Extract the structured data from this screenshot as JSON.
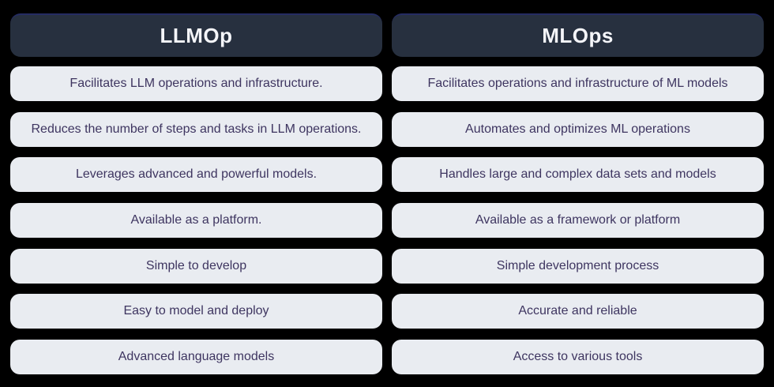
{
  "colors": {
    "background": "#000000",
    "header_bg": "#27303F",
    "header_top_border": "#252C63",
    "header_text": "#F4F5F9",
    "row_bg": "#E9ECF1",
    "row_text": "#3E3560"
  },
  "columns": [
    {
      "title": "LLMOp",
      "rows": [
        "Facilitates LLM operations and infrastructure.",
        "Reduces the number of steps and tasks in LLM operations.",
        "Leverages advanced and powerful models.",
        "Available as a platform.",
        "Simple to develop",
        "Easy to model and deploy",
        "Advanced language models"
      ]
    },
    {
      "title": "MLOps",
      "rows": [
        "Facilitates operations and infrastructure of ML models",
        "Automates and optimizes ML operations",
        "Handles large and complex data sets and models",
        "Available as a framework or platform",
        "Simple development process",
        "Accurate and reliable",
        "Access to various tools"
      ]
    }
  ]
}
